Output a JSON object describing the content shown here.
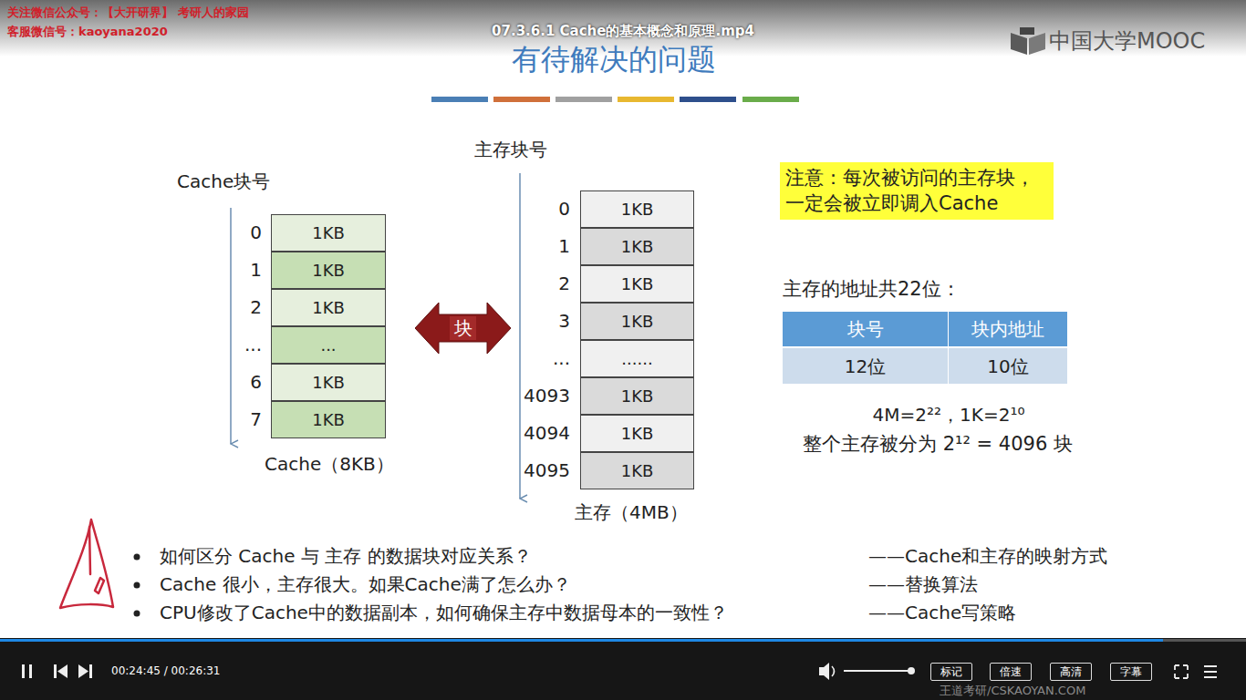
{
  "diagram": {
    "title": "有待解决的问题",
    "nodes": [
      {
        "text": [
          "1KB"
        ]
      },
      {
        "text": [
          "1KB"
        ]
      },
      {
        "text": [
          "1KB"
        ]
      },
      {
        "text": [
          "..."
        ]
      },
      {
        "text": [
          "1KB"
        ]
      },
      {
        "text": [
          "1KB"
        ]
      },
      {
        "text": [
          "块"
        ]
      },
      {
        "text": [
          "1KB"
        ]
      },
      {
        "text": [
          "1KB"
        ]
      },
      {
        "text": [
          "1KB"
        ]
      },
      {
        "text": [
          "1KB"
        ]
      },
      {
        "text": [
          "......"
        ]
      },
      {
        "text": [
          "1KB"
        ]
      },
      {
        "text": [
          "1KB"
        ]
      },
      {
        "text": [
          "1KB"
        ]
      },
      {
        "text": [
          "注意：每次被访问的主存块，一定会被立即调入Cache"
        ]
      },
      {
        "text": [
          "标记"
        ]
      },
      {
        "text": [
          "倍速"
        ]
      },
      {
        "text": [
          "高清"
        ]
      },
      {
        "text": [
          "字幕"
        ]
      }
    ],
    "labels": [
      "关注微信公众号：【大开研界】 考研人的家园",
      "客服微信号：kaoyana2020",
      "07.3.6.1 Cache的基本概念和原理.mp4",
      "中国大学MOOC",
      "Cache块号",
      "0",
      "1",
      "2",
      "...",
      "6",
      "7",
      "Cache（8KB）",
      "主存块号",
      "0",
      "1",
      "2",
      "3",
      "...",
      "4093",
      "4094",
      "4095",
      "主存（4MB）",
      "主存的地址共22位：",
      "块号",
      "块内地址",
      "12位",
      "10位",
      "4M=2²²，1K=2¹⁰",
      "整个主存被分为 2¹² = 4096 块",
      "如何区分 Cache 与 主存 的数据块对应关系？",
      "——Cache和主存的映射方式",
      "Cache 很小，主存很大。如果Cache满了怎么办？",
      "——替换算法",
      "CPU修改了Cache中的数据副本，如何确保主存中数据母本的一致性？",
      "——Cache写策略",
      "00:24:45 / 00:26:31",
      "王道考研/CSKAOYAN.COM"
    ]
  }
}
